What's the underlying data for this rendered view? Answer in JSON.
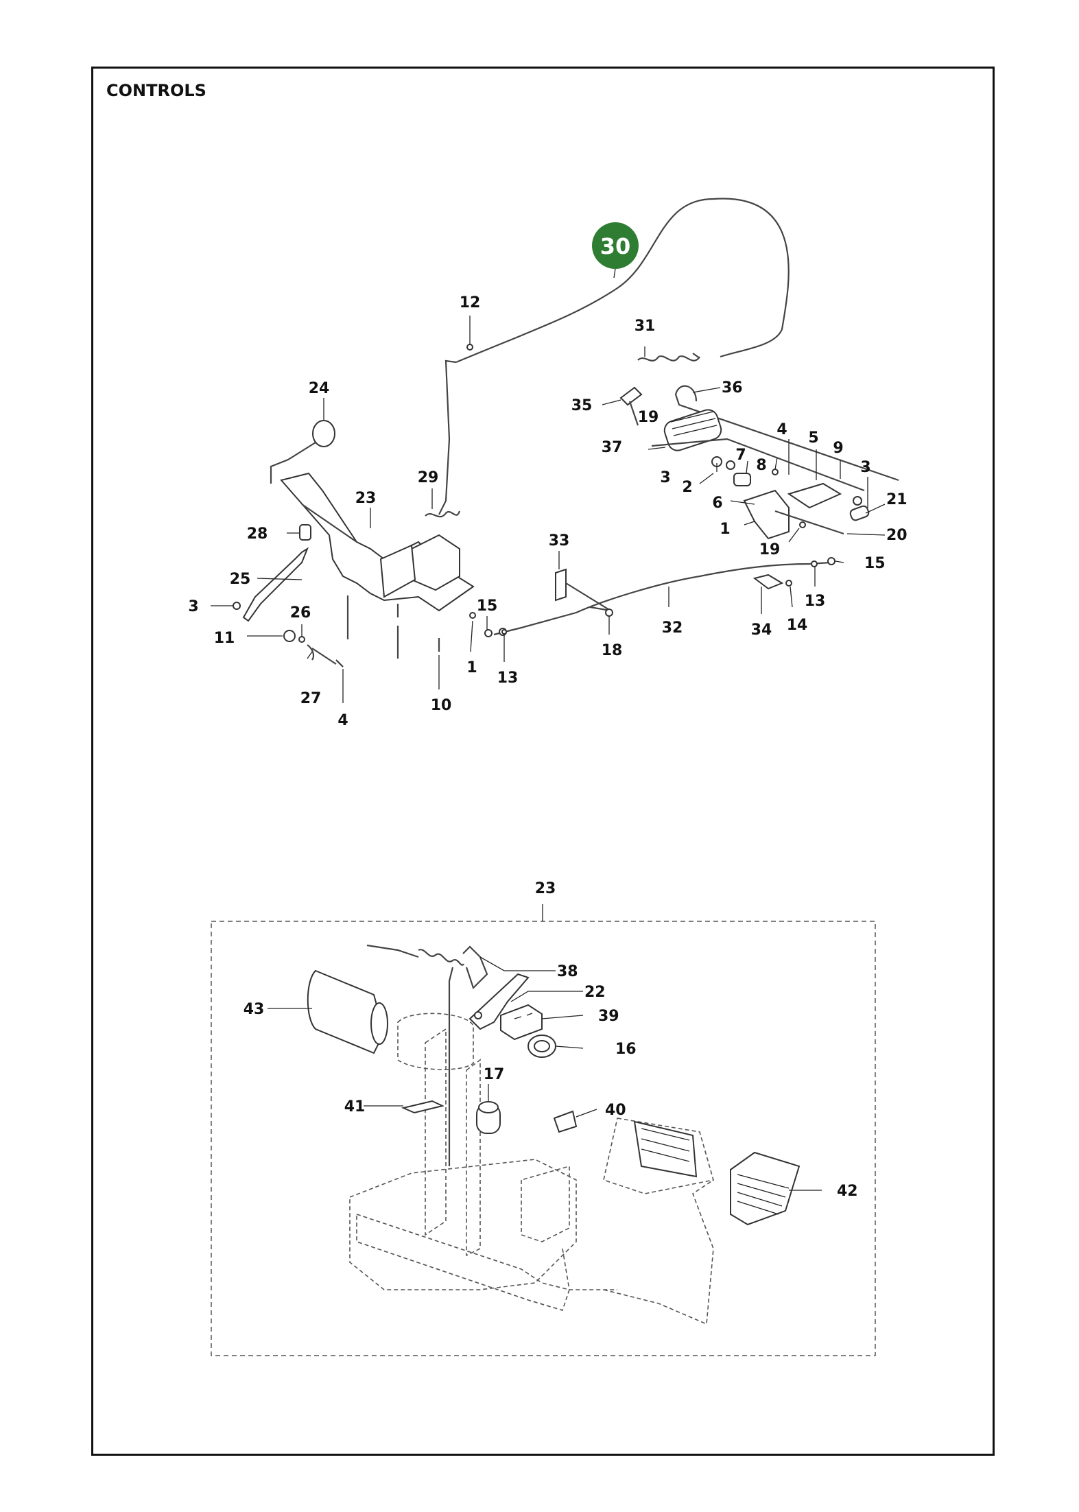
{
  "title": "CONTROLS",
  "highlight": {
    "number": "30",
    "color": "#2e7d32",
    "text_color": "#ffffff"
  },
  "labels": {
    "l12": "12",
    "l31": "31",
    "l36": "36",
    "l35": "35",
    "l19a": "19",
    "l24": "24",
    "l37": "37",
    "l4a": "4",
    "l5": "5",
    "l9": "9",
    "l7": "7",
    "l8": "8",
    "l3a": "3",
    "l2": "2",
    "l3b": "3",
    "l29": "29",
    "l23a": "23",
    "l6": "6",
    "l21": "21",
    "l1a": "1",
    "l20": "20",
    "l28": "28",
    "l19b": "19",
    "l33": "33",
    "l15a": "15",
    "l25": "25",
    "l13a": "13",
    "l3c": "3",
    "l26": "26",
    "l15b": "15",
    "l34": "34",
    "l14": "14",
    "l11": "11",
    "l32": "32",
    "l18": "18",
    "l1b": "1",
    "l13b": "13",
    "l27": "27",
    "l10": "10",
    "l4b": "4",
    "l23b": "23",
    "l38": "38",
    "l22": "22",
    "l43": "43",
    "l39": "39",
    "l16": "16",
    "l17": "17",
    "l41": "41",
    "l40": "40",
    "l42": "42"
  }
}
